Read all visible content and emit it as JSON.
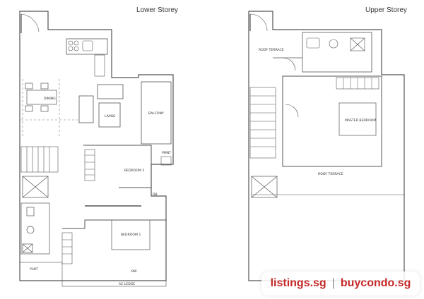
{
  "plans": {
    "lower": {
      "title": "Lower Storey",
      "rooms": {
        "dining": "DINING",
        "living": "LIVING",
        "balcony": "BALCONY",
        "bedroom2": "BEDROOM 2",
        "bedroom1": "BEDROOM 1",
        "pmnt": "PMNT",
        "db": "DB",
        "bw": "BW",
        "plnt": "PLNT",
        "ac_ledge": "AC LEDGE"
      }
    },
    "upper": {
      "title": "Upper Storey",
      "rooms": {
        "roof_terrace_small": "ROOF TERRACE",
        "master_bedroom": "MASTER BEDROOM",
        "roof_terrace": "ROOF TERRACE"
      }
    }
  },
  "watermark": {
    "left": "listings.sg",
    "separator": "|",
    "right": "buycondo.sg",
    "color": "#c62828"
  },
  "colors": {
    "wall": "#555555",
    "line": "#777777"
  }
}
